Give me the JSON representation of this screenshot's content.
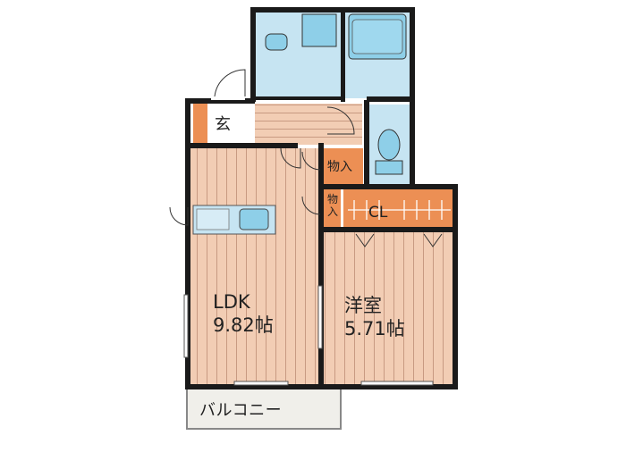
{
  "rooms": {
    "ldk": {
      "name": "LDK",
      "area": "9.82帖"
    },
    "western": {
      "name": "洋室",
      "area": "5.71帖"
    },
    "entrance": {
      "name": "玄"
    },
    "storage1": {
      "name": "物入"
    },
    "storage2": {
      "name": "物\n入"
    },
    "closet": {
      "name": "CL"
    },
    "balcony": {
      "name": "バルコニー"
    }
  },
  "colors": {
    "wall": "#1a1a1a",
    "floor_wood": "#f2cdb4",
    "floor_line": "#c89a82",
    "wet_area": "#c6e4f2",
    "fixture": "#8ecfe8",
    "storage": "#ec8f54",
    "balcony": "#f0efea",
    "entrance_floor": "#ffffff"
  }
}
